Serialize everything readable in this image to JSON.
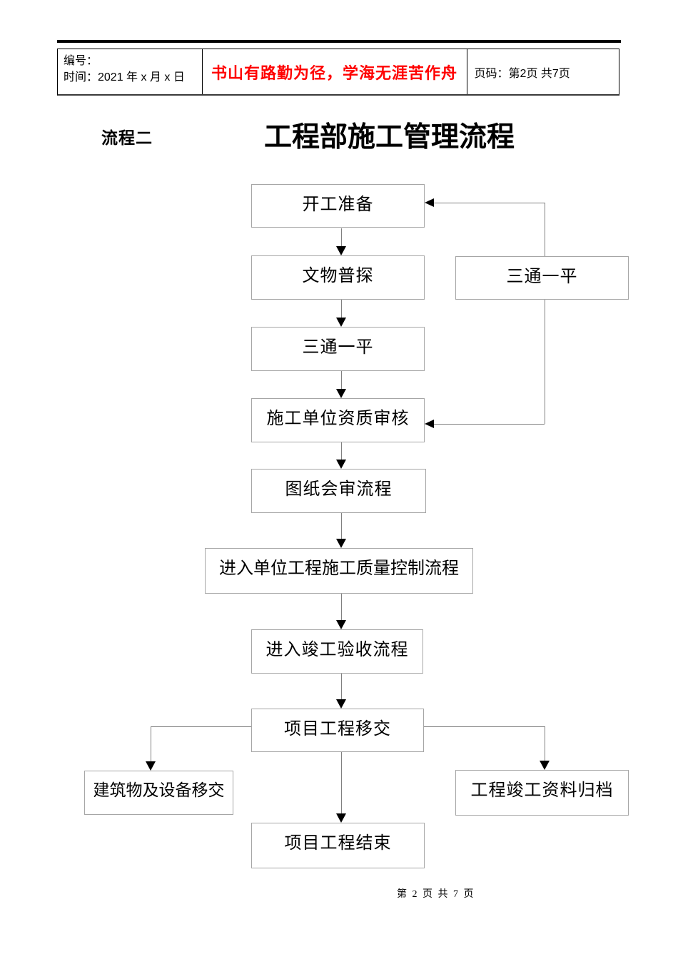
{
  "header": {
    "left": {
      "line1": "编号：",
      "line2": "时间：2021 年 x 月 x 日"
    },
    "slogan": "书山有路勤为径，学海无涯苦作舟",
    "page_info": "页码：第2页  共7页"
  },
  "title": {
    "label": "流程二",
    "text": "工程部施工管理流程"
  },
  "flowchart": {
    "boxes": [
      {
        "id": "start-prep",
        "label": "开工准备"
      },
      {
        "id": "relics-survey",
        "label": "文物普探"
      },
      {
        "id": "three-supplies-one-leveling-right",
        "label": "三通一平"
      },
      {
        "id": "three-supplies-one-leveling",
        "label": "三通一平"
      },
      {
        "id": "contractor-qualification-review",
        "label": "施工单位资质审核"
      },
      {
        "id": "drawing-review-process",
        "label": "图纸会审流程"
      },
      {
        "id": "unit-project-quality-control-process",
        "label": "进入单位工程施工质量控制流程"
      },
      {
        "id": "completion-acceptance-process",
        "label": "进入竣工验收流程"
      },
      {
        "id": "project-handover",
        "label": "项目工程移交"
      },
      {
        "id": "building-equipment-handover",
        "label": "建筑物及设备移交"
      },
      {
        "id": "completion-archive",
        "label": "工程竣工资料归档"
      },
      {
        "id": "project-end",
        "label": "项目工程结束"
      }
    ]
  },
  "footer": {
    "page_number": "第 2 页 共 7 页"
  },
  "colors": {
    "slogan": "#ff0000",
    "box_border": "#a6a6a6",
    "connector": "#808080",
    "arrow": "#000000"
  }
}
